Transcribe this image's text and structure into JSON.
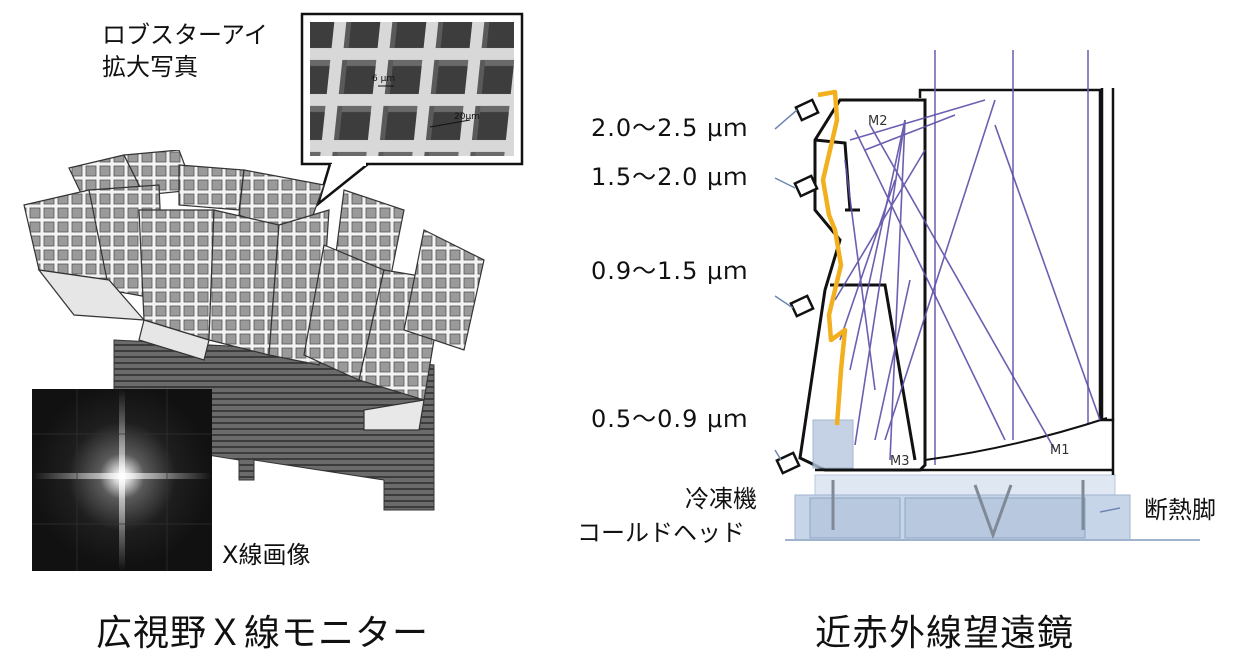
{
  "left_panel": {
    "inset_title_line1": "ロブスターアイ",
    "inset_title_line2": "拡大写真",
    "micro_label_small": "6 μm",
    "micro_label_large": "20μm",
    "xray_image_label": "X線画像",
    "caption": "広視野Ｘ線モニター"
  },
  "right_panel": {
    "bands": [
      "2.0～2.5 μｍ",
      "1.5～2.0 μｍ",
      "0.9～1.5 μｍ",
      "0.5～0.9 μｍ"
    ],
    "mirror_labels": {
      "m1": "M1",
      "m2": "M2",
      "m3": "M3"
    },
    "cooler_line1": "冷凍機",
    "cooler_line2": "コールドヘッド",
    "insulation_leg": "断熱脚",
    "caption": "近赤外線望遠鏡"
  },
  "colors": {
    "optics_frame": "#111111",
    "ray_purple": "#5b4ea8",
    "cryo_line": "#f2b01e",
    "structure_blue": "#b7c8df",
    "instrument_gray": "#7f8a96"
  }
}
